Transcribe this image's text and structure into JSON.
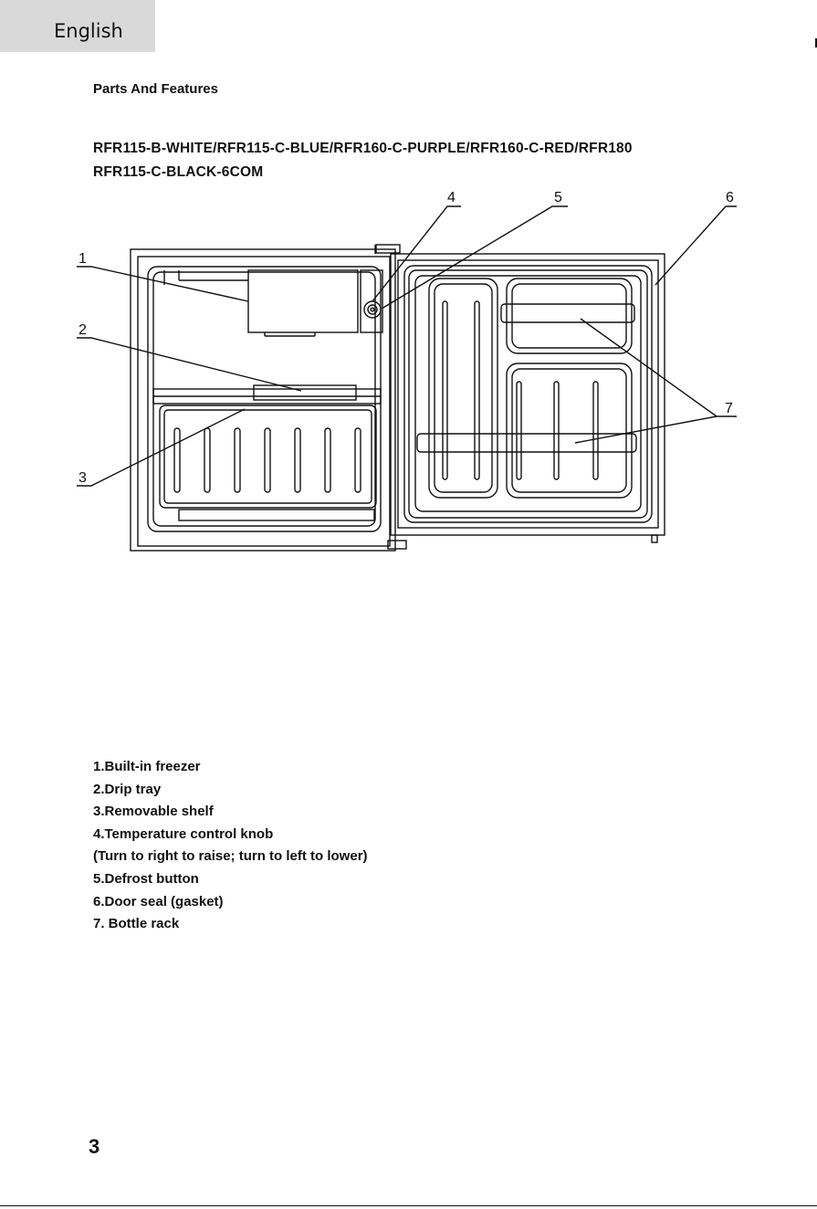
{
  "header": {
    "language_tab": "English"
  },
  "section_title": "Parts And Features",
  "models": {
    "line1": "RFR115-B-WHITE/RFR115-C-BLUE/RFR160-C-PURPLE/RFR160-C-RED/RFR180",
    "line2": "RFR115-C-BLACK-6COM"
  },
  "diagram": {
    "callouts": [
      "1",
      "2",
      "3",
      "4",
      "5",
      "6",
      "7"
    ]
  },
  "parts_list": [
    "1.Built-in freezer",
    "2.Drip tray",
    "3.Removable shelf",
    "4.Temperature control knob",
    "(Turn to right to raise; turn to left to lower)",
    "5.Defrost button",
    "6.Door seal (gasket)",
    "7. Bottle rack"
  ],
  "footer": {
    "page_number": "3"
  }
}
